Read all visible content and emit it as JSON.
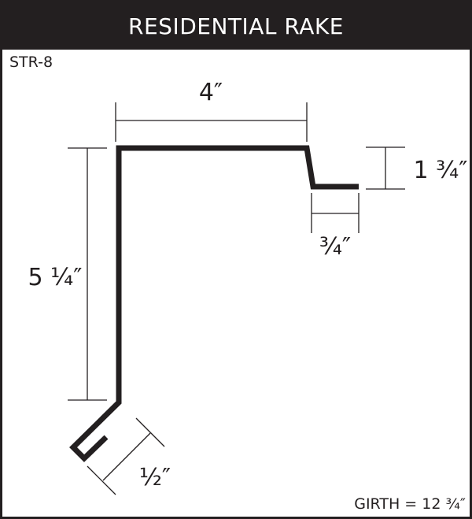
{
  "title": "RESIDENTIAL RAKE",
  "part_number": "STR-8",
  "dimensions": {
    "top_width": "4″",
    "height": "5 ¼″",
    "drop": "1 ¾″",
    "drip_leg": "¾″",
    "hem": "½″"
  },
  "girth": "GIRTH = 12 ¾″",
  "colors": {
    "header": "#231f20",
    "line": "#231f20"
  }
}
